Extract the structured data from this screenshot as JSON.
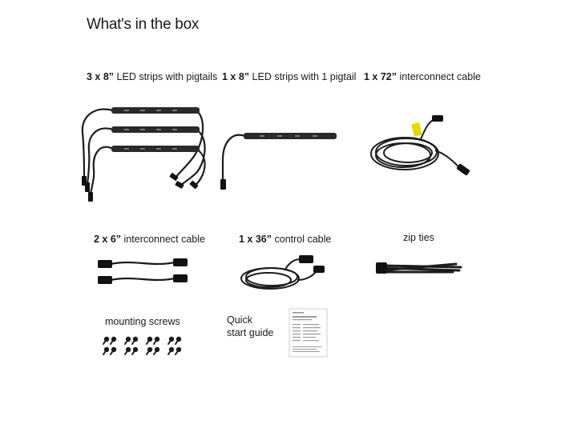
{
  "title": "What's in the box",
  "items": {
    "led_strips_pigtails": {
      "qty": "3 x 8”",
      "desc": " LED strips with pigtails"
    },
    "led_strip_single": {
      "qty": "1 x 8”",
      "desc": " LED strips with 1 pigtail"
    },
    "interconnect_72": {
      "qty": "1 x 72”",
      "desc": " interconnect cable"
    },
    "interconnect_6": {
      "qty": "2 x 6”",
      "desc": " interconnect cable"
    },
    "control_36": {
      "qty": "1 x 36”",
      "desc": " control cable"
    },
    "zip_ties": {
      "desc": "zip ties"
    },
    "mounting_screws": {
      "desc": "mounting screws"
    },
    "quick_start": {
      "line1": "Quick",
      "line2": "start guide"
    }
  },
  "colors": {
    "cable": "#1c1c1c",
    "strip": "#2a2a2a",
    "tag": "#e8d800"
  }
}
